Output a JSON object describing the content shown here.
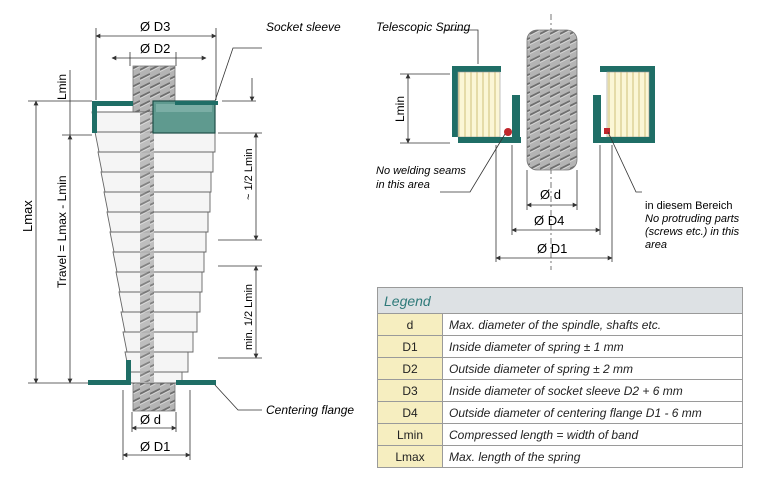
{
  "left_diagram": {
    "d3_label": "Ø D3",
    "d2_label": "Ø D2",
    "socket_sleeve_label": "Socket sleeve",
    "lmin_label": "Lmin",
    "lmax_label": "Lmax",
    "travel_label": "Travel = Lmax - Lmin",
    "half_lmin_label": "~ 1/2 Lmin",
    "min_half_lmin_label": "min. 1/2 Lmin",
    "d_label": "Ø d",
    "d1_label": "Ø D1",
    "centering_flange_label": "Centering flange"
  },
  "right_diagram": {
    "telescopic_spring_label": "Telescopic Spring",
    "lmin_label": "Lmin",
    "no_welding_line1": "No welding seams",
    "no_welding_line2": "in this area",
    "d_label": "Ø d",
    "d4_label": "Ø D4",
    "d1_label": "Ø D1",
    "bereich_label": "in diesem Bereich",
    "no_protruding_line1": "No protruding parts",
    "no_protruding_line2": "(screws etc.) in this",
    "no_protruding_line3": "area"
  },
  "legend": {
    "title": "Legend",
    "rows": [
      {
        "symbol": "d",
        "description": "Max. diameter of the spindle, shafts etc."
      },
      {
        "symbol": "D1",
        "description": "Inside diameter of spring ± 1 mm"
      },
      {
        "symbol": "D2",
        "description": "Outside diameter of spring ± 2 mm"
      },
      {
        "symbol": "D3",
        "description": "Inside diameter of socket sleeve  D2 + 6 mm"
      },
      {
        "symbol": "D4",
        "description": "Outside diameter of centering flange  D1 - 6 mm"
      },
      {
        "symbol": "Lmin",
        "description": "Compressed length = width of band"
      },
      {
        "symbol": "Lmax",
        "description": "Max. length of the spring"
      }
    ]
  },
  "colors": {
    "teal": "#1f6e66",
    "socket_fill": "#5f9a8f",
    "spring_band": "#f4f4f4",
    "spindle": "#a9a9a9",
    "legend_header": "#dde1e4",
    "legend_symbol_bg": "#f6eec0",
    "seam_red": "#c0272d"
  }
}
